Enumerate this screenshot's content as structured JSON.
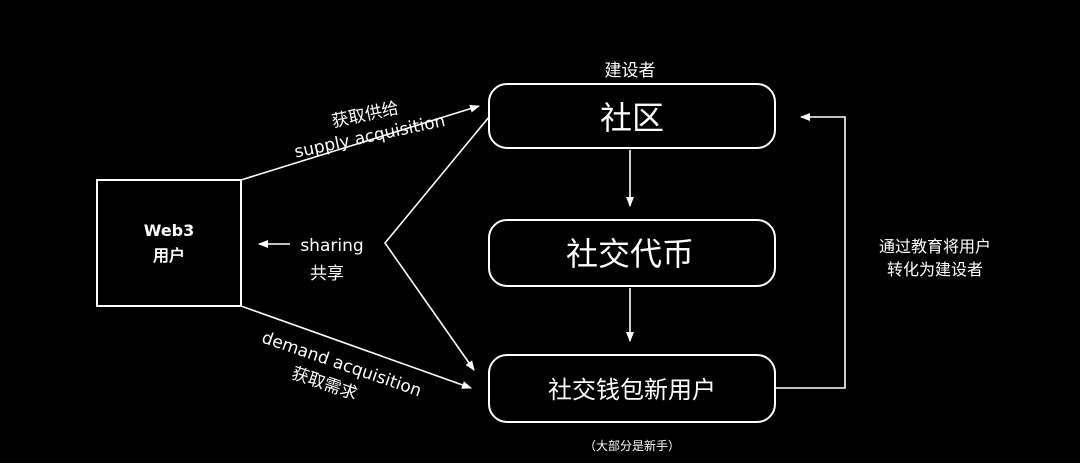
{
  "web3_user": {
    "line1": "Web3",
    "line2": "用户"
  },
  "builder_label": "建设者",
  "nodes": {
    "community": "社区",
    "social_token": "社交代币",
    "new_wallet_users": "社交钱包新用户"
  },
  "new_users_note": "（大部分是新手）",
  "supply": {
    "zh": "获取供给",
    "en": "supply acquisition"
  },
  "demand": {
    "en": "demand acquisition",
    "zh": "获取需求"
  },
  "sharing": {
    "en": "sharing",
    "zh": "共享"
  },
  "feedback": {
    "line1": "通过教育将用户",
    "line2": "转化为建设者"
  },
  "colors": {
    "background": "#000000",
    "foreground": "#ffffff"
  }
}
